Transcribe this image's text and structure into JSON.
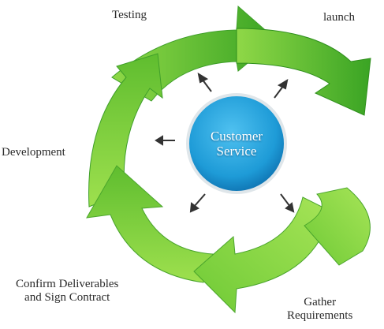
{
  "center_hub": {
    "line_1": "Customer",
    "line_2": "Service",
    "color": "#1e9bd7"
  },
  "cycle_stages": {
    "testing": "Testing",
    "launch": "launch",
    "development": "Development",
    "confirm_line_1": "Confirm Deliverables",
    "confirm_line_2": "and Sign Contract",
    "gather_line_1": "Gather",
    "gather_line_2": "Requirements"
  },
  "colors": {
    "arrow_light": "#9be04a",
    "arrow_mid": "#5cbd2c",
    "arrow_dark": "#2f9a1e",
    "pointer_arrows": "#333333"
  }
}
